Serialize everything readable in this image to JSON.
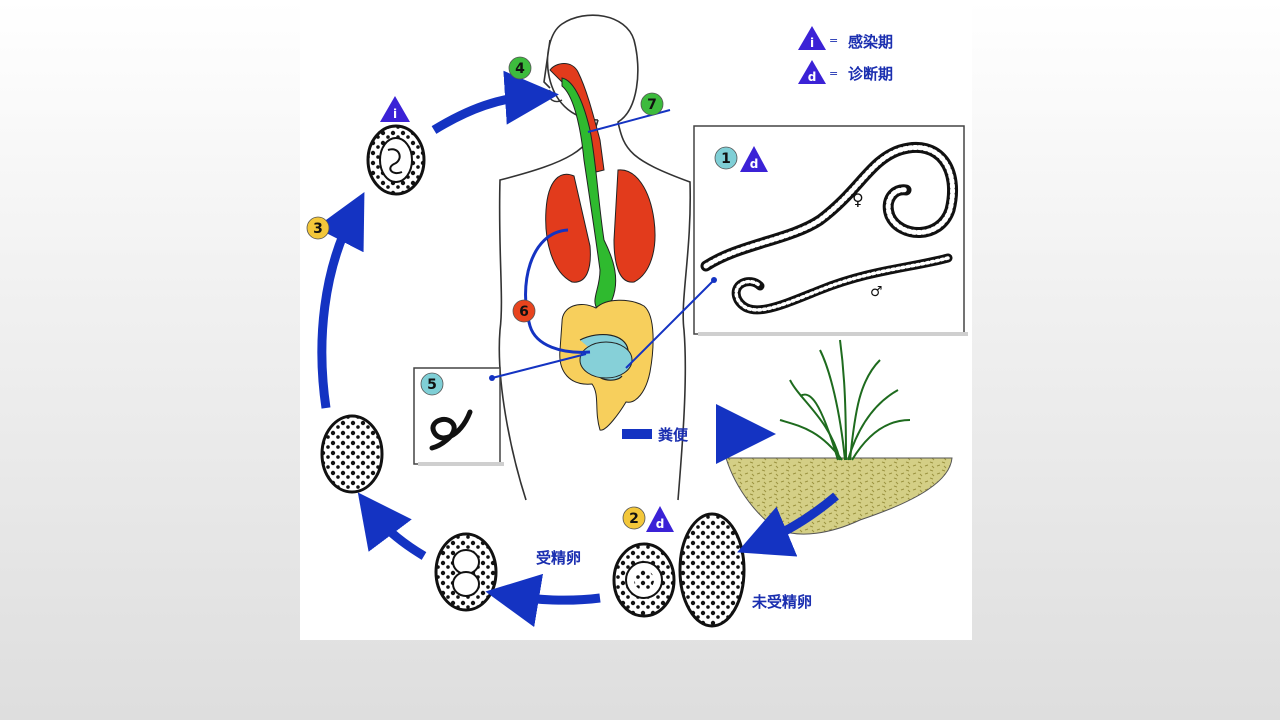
{
  "legend": {
    "infective": {
      "symbol": "i",
      "label": "感染期"
    },
    "diagnostic": {
      "symbol": "d",
      "label": "诊断期"
    },
    "separator": "="
  },
  "steps": [
    {
      "number": "1",
      "color": "#7fcfd6",
      "marker": "d"
    },
    {
      "number": "2",
      "color": "#f3c73a",
      "marker": "d"
    },
    {
      "number": "3",
      "color": "#f3c73a"
    },
    {
      "number": "4",
      "color": "#3dbb3d"
    },
    {
      "number": "5",
      "color": "#7fcfd6"
    },
    {
      "number": "6",
      "color": "#e8441e"
    },
    {
      "number": "7",
      "color": "#3dbb3d"
    }
  ],
  "labels": {
    "feces": "粪便",
    "fertilized_egg": "受精卵",
    "unfertilized_egg": "未受精卵",
    "female_symbol": "♀",
    "male_symbol": "♂",
    "infective_marker": "i"
  },
  "colors": {
    "arrow": "#1433c2",
    "marker_triangle": "#3b22d6",
    "lungs": "#e23b1c",
    "stomach": "#2fba2f",
    "colon": "#f7cf5c",
    "small_intestine": "#86d0d8",
    "soil": "#d4cf86"
  }
}
